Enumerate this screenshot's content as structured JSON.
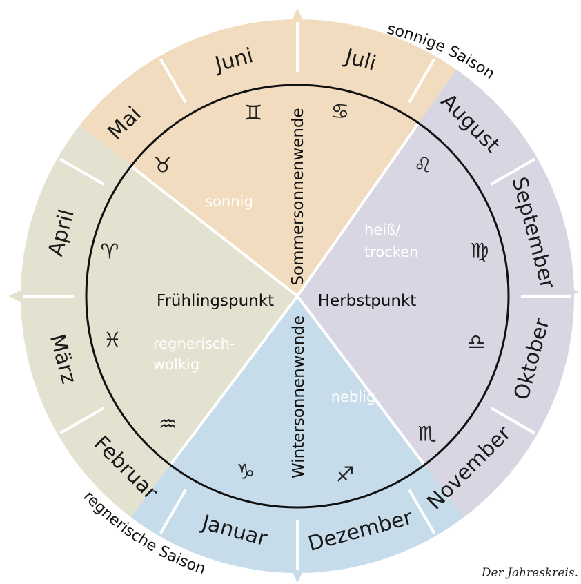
{
  "months": [
    "Januar",
    "Februar",
    "März",
    "April",
    "Mai",
    "Juni",
    "Juli",
    "August",
    "September",
    "Oktober",
    "November",
    "Dezember"
  ],
  "season_labels": {
    "sunny": "sonnige Saison",
    "rainy": "regnerische Saison"
  },
  "weather": {
    "spring": [
      "regnerisch-",
      "wolkig"
    ],
    "summer": [
      "sonnig"
    ],
    "autumn": [
      "heiß/",
      "trocken"
    ],
    "winter": [
      "neblig"
    ]
  },
  "cardinal_points": {
    "spring": "Frühlingspunkt",
    "autumn": "Herbstpunkt"
  },
  "solstices": {
    "summer": "Sommersonnenwende",
    "winter": "Wintersonnenwende"
  },
  "zodiac": [
    "♈",
    "♉",
    "♊",
    "♋",
    "♌",
    "♍",
    "♎",
    "♏",
    "♐",
    "♑",
    "♒",
    "♓"
  ],
  "caption": "Der Jahreskreis.",
  "colors": {
    "spring": "#e3e1cf",
    "summer": "#f2dcbf",
    "autumn": "#d8d6e3",
    "winter": "#c6dcea",
    "ink": "#111111"
  }
}
